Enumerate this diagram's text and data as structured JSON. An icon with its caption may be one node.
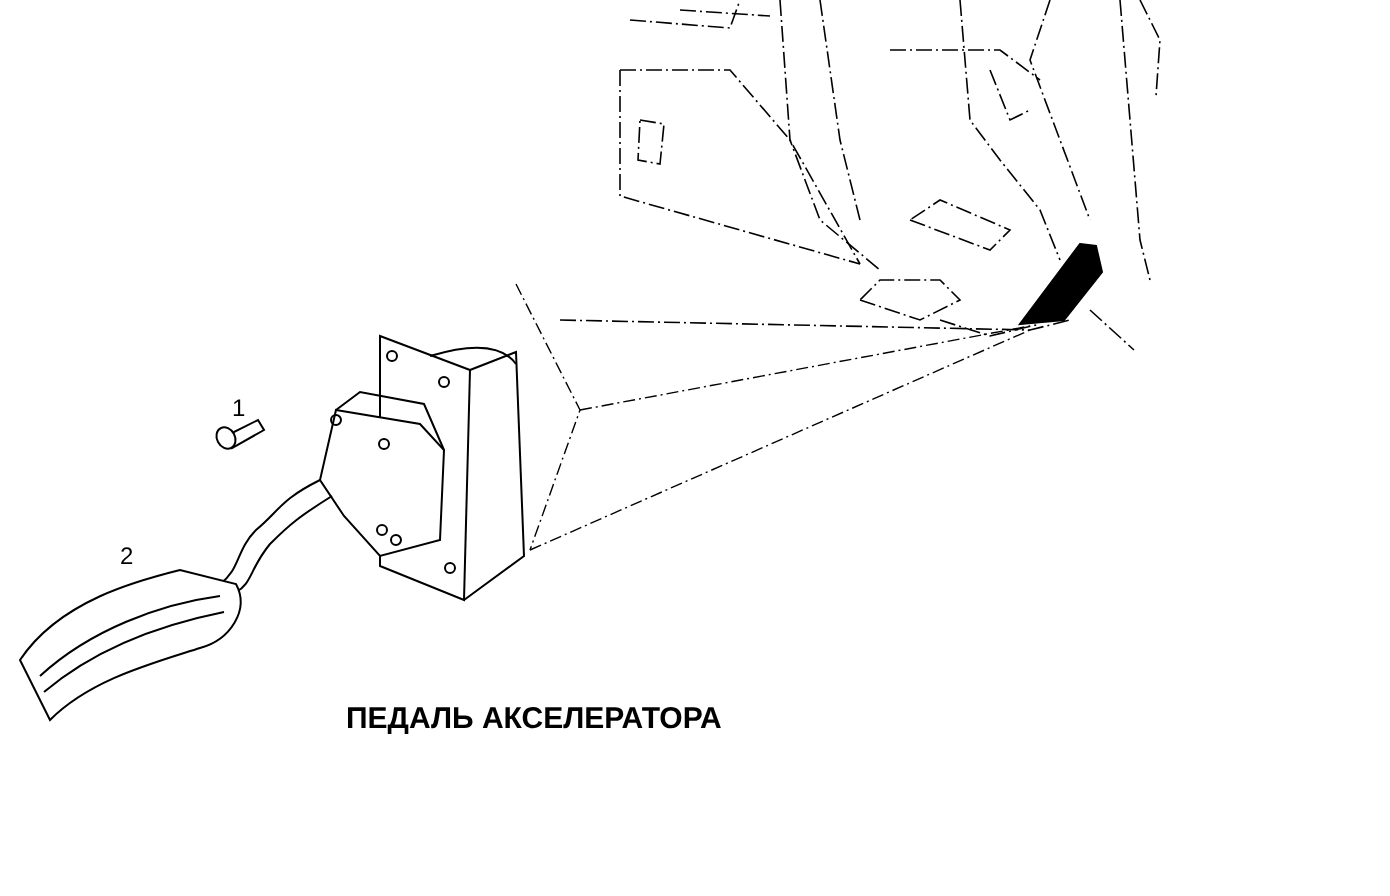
{
  "diagram": {
    "title": "ПЕДАЛЬ АКСЕЛЕРАТОРА",
    "labels": [
      "1",
      "2"
    ]
  }
}
